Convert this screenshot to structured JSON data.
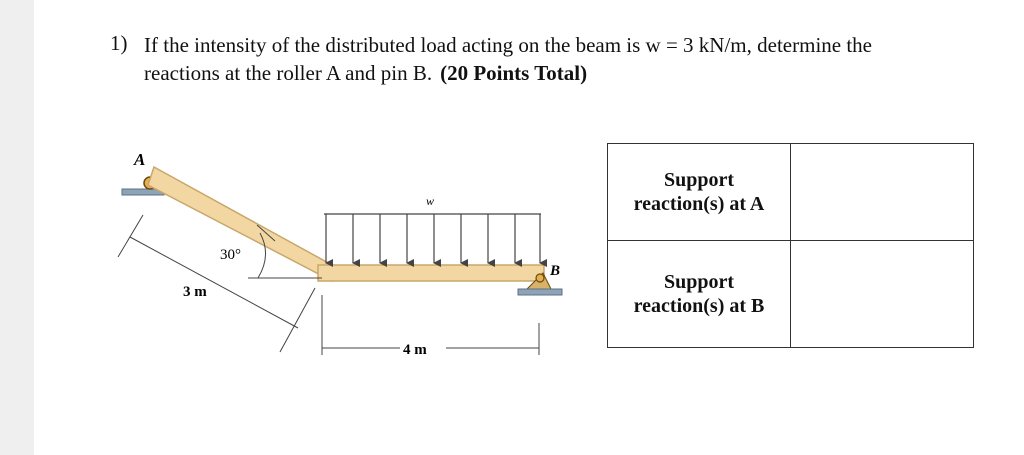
{
  "question": {
    "number": "1)",
    "line1": "If the intensity of the distributed load acting on the beam is w = 3 kN/m, determine the",
    "line2": "reactions at the roller A and pin B.",
    "points": "(20 Points Total)"
  },
  "figure": {
    "label_a": "A",
    "label_b": "B",
    "label_w": "w",
    "angle": "30°",
    "dim_incline": "3 m",
    "dim_horizontal": "4 m",
    "colors": {
      "beam": "#f2d7a2",
      "beam_edge": "#c9a66a",
      "support": "#8fa3b8"
    }
  },
  "table": {
    "rows": [
      {
        "line1": "Support",
        "line2": "reaction(s) at A",
        "answer": ""
      },
      {
        "line1": "Support",
        "line2": "reaction(s) at B",
        "answer": ""
      }
    ]
  }
}
